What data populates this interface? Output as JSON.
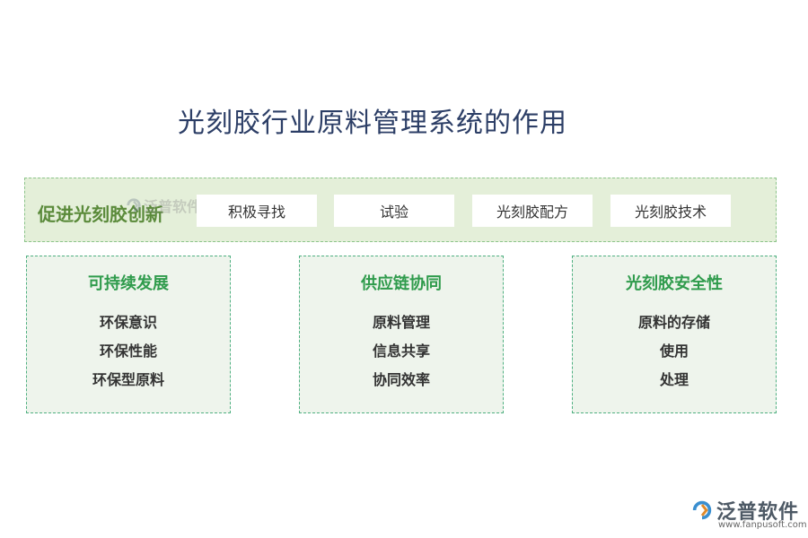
{
  "title": "光刻胶行业原料管理系统的作用",
  "top_band": {
    "label": "促进光刻胶创新",
    "pills": [
      "积极寻找",
      "试验",
      "光刻胶配方",
      "光刻胶技术"
    ]
  },
  "watermark": {
    "text": "泛普软件",
    "icon": "fanpu-logo-icon"
  },
  "cards": [
    {
      "title": "可持续发展",
      "items": [
        "环保意识",
        "环保性能",
        "环保型原料"
      ]
    },
    {
      "title": "供应链协同",
      "items": [
        "原料管理",
        "信息共享",
        "协同效率"
      ]
    },
    {
      "title": "光刻胶安全性",
      "items": [
        "原料的存储",
        "使用",
        "处理"
      ]
    }
  ],
  "logo": {
    "text": "泛普软件",
    "url": "www.fanpusoft.com",
    "icon": "fanpu-logo-icon"
  },
  "colors": {
    "band_bg": "#e4efd9",
    "band_border": "#8cc48a",
    "card_bg": "#eef4ec",
    "card_border": "#4fb081",
    "card_title": "#2f9b4c",
    "band_title": "#5a8a3a",
    "title": "#2c3e66"
  }
}
